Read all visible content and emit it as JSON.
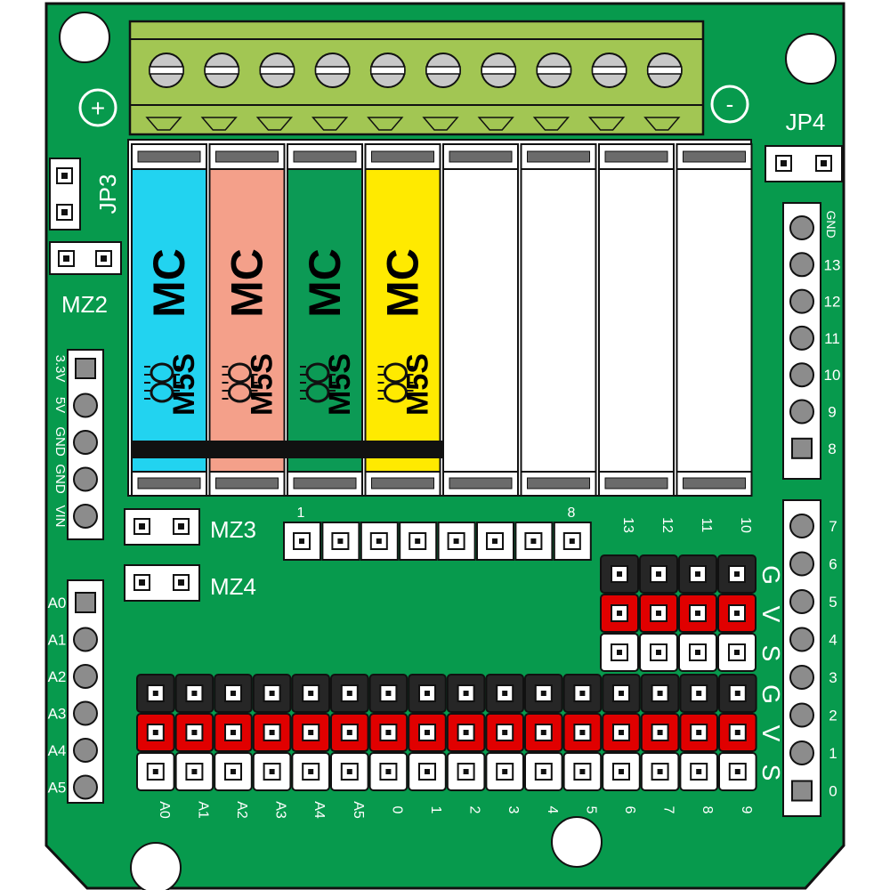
{
  "colors": {
    "board": "#079a4d",
    "board_edge": "#111111",
    "terminal": "#a2c653",
    "terminal_screw": "#c8c8c8",
    "header_black": "#262626",
    "header_red": "#e00000",
    "header_white": "#ffffff",
    "module_colors": [
      "#22d3f0",
      "#f4a08a",
      "#0c9a55",
      "#ffea00",
      "#ffffff",
      "#ffffff",
      "#ffffff",
      "#ffffff"
    ]
  },
  "terminal": {
    "plus_label": "+",
    "minus_label": "-",
    "screw_count": 10
  },
  "modules": [
    {
      "brand": "MC",
      "model": "M5S",
      "color_index": 0,
      "populated": true
    },
    {
      "brand": "MC",
      "model": "M5S",
      "color_index": 1,
      "populated": true
    },
    {
      "brand": "MC",
      "model": "M5S",
      "color_index": 2,
      "populated": true
    },
    {
      "brand": "MC",
      "model": "M5S",
      "color_index": 3,
      "populated": true
    },
    {
      "brand": "",
      "model": "",
      "color_index": 4,
      "populated": false
    },
    {
      "brand": "",
      "model": "",
      "color_index": 5,
      "populated": false
    },
    {
      "brand": "",
      "model": "",
      "color_index": 6,
      "populated": false
    },
    {
      "brand": "",
      "model": "",
      "color_index": 7,
      "populated": false
    }
  ],
  "jumpers": {
    "jp3": "JP3",
    "jp4": "JP4",
    "mz2": "MZ2",
    "mz3": "MZ3",
    "mz4": "MZ4"
  },
  "power_header": {
    "labels": [
      "3.3V",
      "5V",
      "GND",
      "GND",
      "VIN"
    ]
  },
  "analog_header": {
    "labels": [
      "A0",
      "A1",
      "A2",
      "A3",
      "A4",
      "A5"
    ]
  },
  "digital_high_header": {
    "labels": [
      "GND",
      "13",
      "12",
      "11",
      "10",
      "9",
      "8"
    ]
  },
  "digital_low_header": {
    "labels": [
      "7",
      "6",
      "5",
      "4",
      "3",
      "2",
      "1",
      "0"
    ]
  },
  "module_header": {
    "first_label": "1",
    "last_label": "8"
  },
  "top_gvs": {
    "columns": [
      "13",
      "12",
      "11",
      "10"
    ],
    "rows": [
      "G",
      "V",
      "S"
    ]
  },
  "bottom_gvs": {
    "columns": [
      "A0",
      "A1",
      "A2",
      "A3",
      "A4",
      "A5",
      "0",
      "1",
      "2",
      "3",
      "4",
      "5",
      "6",
      "7",
      "8",
      "9"
    ],
    "rows": [
      "G",
      "V",
      "S"
    ]
  }
}
